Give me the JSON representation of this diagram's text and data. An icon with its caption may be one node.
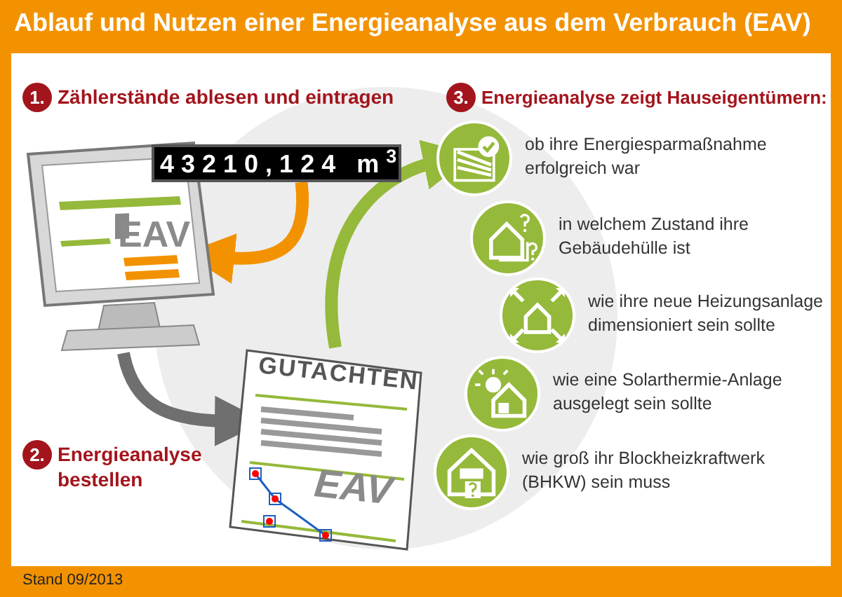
{
  "diagram": {
    "title": "Ablauf und Nutzen einer Energieanalyse aus dem Verbrauch (EAV)",
    "nodes": [
      {
        "text": [
          "EAV"
        ]
      },
      {
        "text": [
          "43210,124 m$^{3}$"
        ]
      },
      {
        "text": [
          "GUTACHTEN",
          "EAV"
        ]
      },
      {
        "text": [],
        "shape": "circle",
        "beside": [
          "ob ihre Energiesparmaßnahme erfolgreich war"
        ]
      },
      {
        "text": [],
        "shape": "circle",
        "beside": [
          "in welchem Zustand ihre Gebäudehülle ist"
        ]
      },
      {
        "text": [],
        "shape": "circle",
        "beside": [
          "wie ihre neue Heizungsanlage dimensioniert sein sollte"
        ]
      },
      {
        "text": [],
        "shape": "circle",
        "beside": [
          "wie eine Solarthermie-Anlage ausgelegt sein sollte"
        ]
      },
      {
        "text": [],
        "shape": "circle",
        "beside": [
          "wie groß ihr Blockheizkraftwerk (BHKW) sein muss"
        ]
      }
    ],
    "edges": [
      {
        "from": 1,
        "to": 0,
        "arrow": "to",
        "color": "#f39200"
      },
      {
        "from": 0,
        "to": 2,
        "arrow": "to",
        "color": "#6f6f6f"
      },
      {
        "from": 2,
        "to": 3,
        "arrow": "to",
        "color": "#95b93a"
      }
    ],
    "labels": [
      "1.",
      "Zählerstände ablesen und eintragen",
      "2.",
      "Energieanalyse bestellen",
      "3.",
      "Energieanalyse zeigt Hauseigentümern:",
      "Stand 09/2013"
    ]
  }
}
